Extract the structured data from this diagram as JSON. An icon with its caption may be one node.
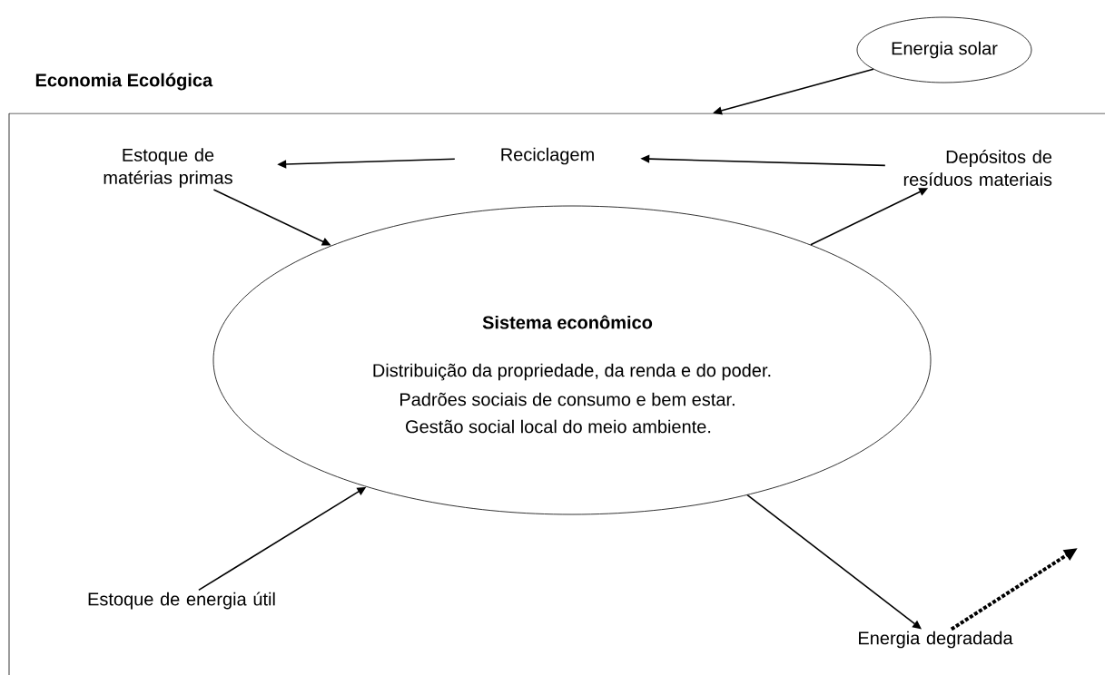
{
  "diagram": {
    "nodes": [
      {
        "text": [
          "Economia Ecológica"
        ]
      },
      {
        "text": [
          "Energia solar"
        ]
      },
      {
        "text": [
          "Estoque de matérias primas"
        ],
        "in": 0
      },
      {
        "text": [
          "Reciclagem"
        ],
        "in": 0
      },
      {
        "text": [
          "Depósitos de resíduos materiais"
        ],
        "in": 0
      },
      {
        "text": [
          "Sistema econômico",
          "Distribuição da propriedade, da renda e do poder.",
          "Padrões sociais de consumo e bem estar.",
          "Gestão social local do meio ambiente."
        ],
        "in": 0
      },
      {
        "text": [
          "Estoque de energia útil"
        ],
        "in": 0
      },
      {
        "text": [
          "Energia degradada"
        ],
        "in": 0
      }
    ],
    "edges": [
      {
        "from": 1,
        "to": 0,
        "arrow": "to"
      },
      {
        "from": 3,
        "to": 2,
        "arrow": "to"
      },
      {
        "from": 4,
        "to": 3,
        "arrow": "to"
      },
      {
        "from": 2,
        "to": 5,
        "arrow": "to"
      },
      {
        "from": 5,
        "to": 4,
        "arrow": "to"
      },
      {
        "from": 6,
        "to": 5,
        "arrow": "to"
      },
      {
        "from": 5,
        "to": 7,
        "arrow": "to"
      },
      {
        "from": 7,
        "to": null,
        "arrow": "to",
        "style": "dashed"
      }
    ]
  }
}
